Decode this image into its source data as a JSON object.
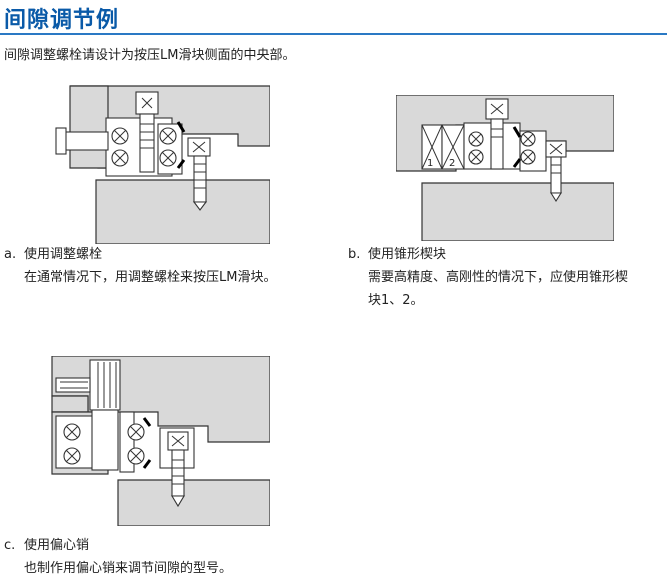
{
  "header": {
    "title": "间隙调节例",
    "intro": "间隙调整螺栓请设计为按压LM滑块侧面的中央部。"
  },
  "examples": [
    {
      "marker": "a.",
      "heading": "使用调整螺栓",
      "lines": [
        "在通常情况下，用调整螺栓来按压LM滑块。"
      ]
    },
    {
      "marker": "b.",
      "heading": "使用锥形楔块",
      "lines": [
        "需要高精度、高刚性的情况下，应使用锥形楔",
        "块1、2。"
      ],
      "labels": [
        "1",
        "2"
      ]
    },
    {
      "marker": "c.",
      "heading": "使用偏心销",
      "lines": [
        "也制作用偏心销来调节间隙的型号。"
      ]
    }
  ],
  "colors": {
    "title": "#0a5aa8",
    "rule": "#2a79c4",
    "housing": "#d9d9d9",
    "outline": "#333333"
  }
}
